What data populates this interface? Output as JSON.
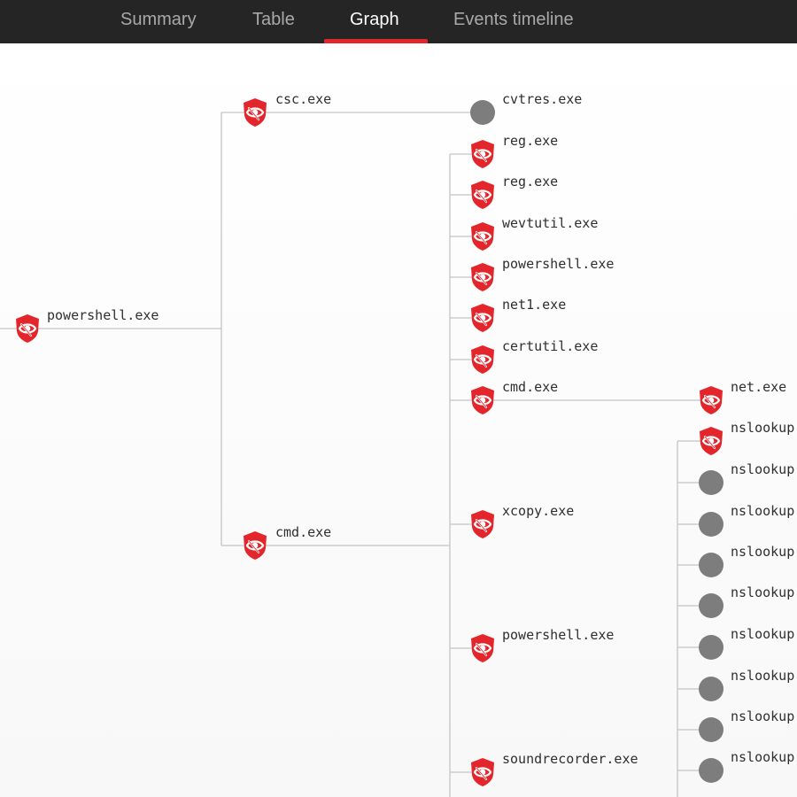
{
  "tabs": [
    {
      "label": "Summary",
      "active": false
    },
    {
      "label": "Table",
      "active": false
    },
    {
      "label": "Graph",
      "active": true
    },
    {
      "label": "Events timeline",
      "active": false
    }
  ],
  "colors": {
    "topbar": "#252525",
    "accent": "#e3262b",
    "tab_inactive": "#a9a9a9",
    "edge": "#c4c4c4",
    "neutral_node": "#7d7d7d"
  },
  "graph": {
    "root": {
      "label": "powershell.exe",
      "icon": "shield-eye-icon"
    },
    "level1": [
      {
        "label": "csc.exe",
        "icon": "shield-eye-icon"
      },
      {
        "label": "cmd.exe",
        "icon": "shield-eye-icon"
      }
    ],
    "csc_children": [
      {
        "label": "cvtres.exe",
        "icon": "circle-icon"
      }
    ],
    "cmd_children": [
      {
        "label": "reg.exe",
        "icon": "shield-eye-icon"
      },
      {
        "label": "reg.exe",
        "icon": "shield-eye-icon"
      },
      {
        "label": "wevtutil.exe",
        "icon": "shield-eye-icon"
      },
      {
        "label": "powershell.exe",
        "icon": "shield-eye-icon"
      },
      {
        "label": "net1.exe",
        "icon": "shield-eye-icon"
      },
      {
        "label": "certutil.exe",
        "icon": "shield-eye-icon"
      },
      {
        "label": "cmd.exe",
        "icon": "shield-eye-icon"
      },
      {
        "label": "xcopy.exe",
        "icon": "shield-eye-icon"
      },
      {
        "label": "powershell.exe",
        "icon": "shield-eye-icon"
      },
      {
        "label": "soundrecorder.exe",
        "icon": "shield-eye-icon"
      }
    ],
    "inner_cmd_children": [
      {
        "label": "net.exe",
        "icon": "shield-eye-icon"
      }
    ],
    "nslookup_children": [
      {
        "label": "nslookup",
        "icon": "shield-eye-icon"
      },
      {
        "label": "nslookup",
        "icon": "circle-icon"
      },
      {
        "label": "nslookup",
        "icon": "circle-icon"
      },
      {
        "label": "nslookup",
        "icon": "circle-icon"
      },
      {
        "label": "nslookup",
        "icon": "circle-icon"
      },
      {
        "label": "nslookup",
        "icon": "circle-icon"
      },
      {
        "label": "nslookup",
        "icon": "circle-icon"
      },
      {
        "label": "nslookup",
        "icon": "circle-icon"
      },
      {
        "label": "nslookup",
        "icon": "circle-icon"
      }
    ]
  }
}
